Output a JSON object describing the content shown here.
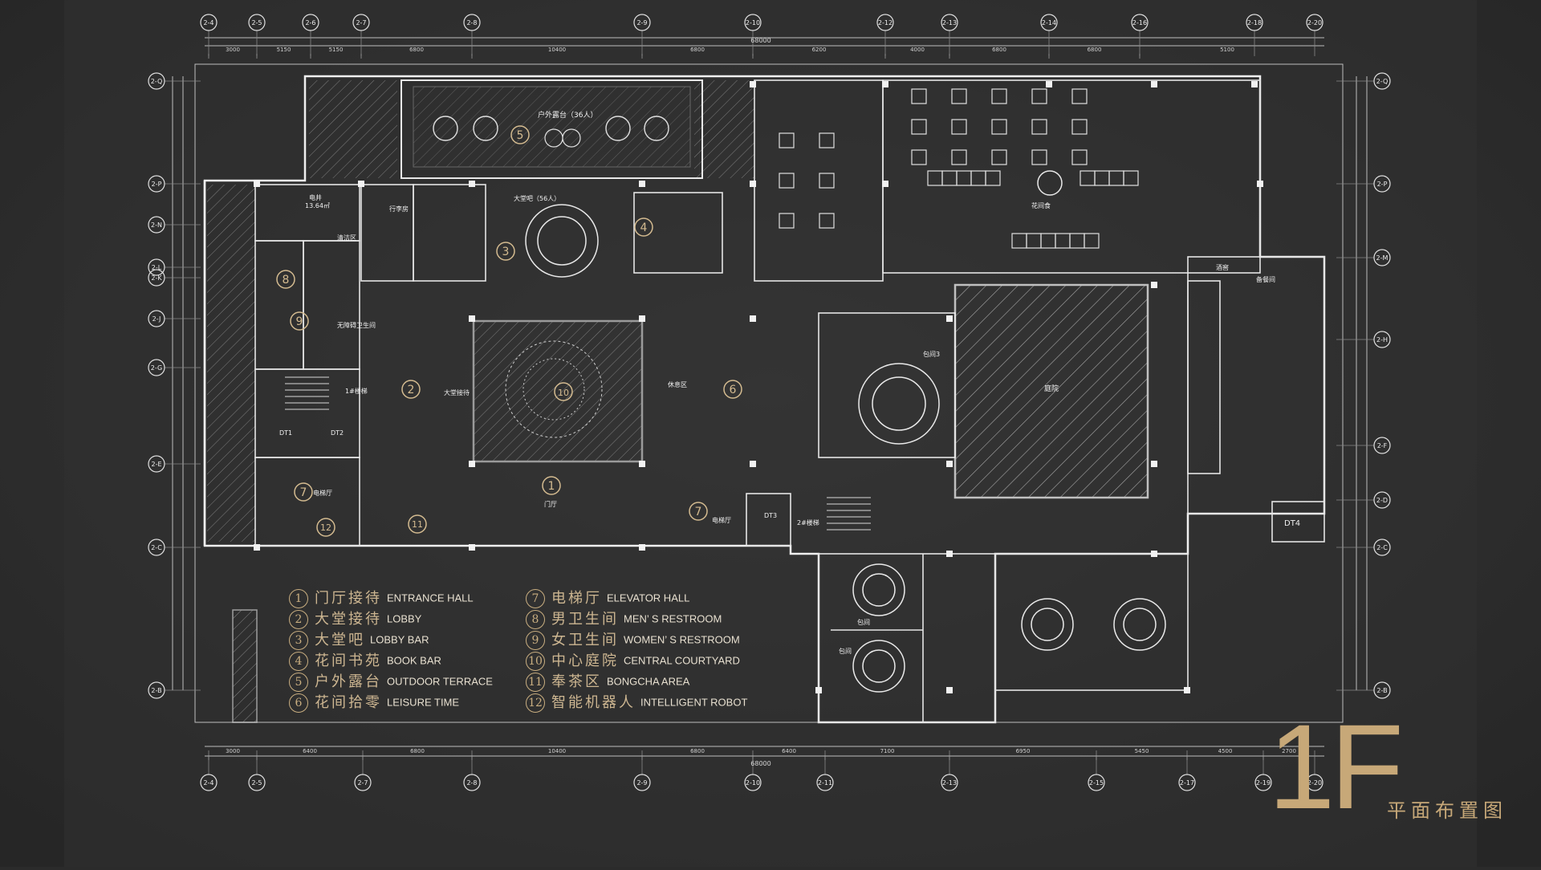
{
  "colors": {
    "background": "#2b2b2b",
    "line": "#e8e8e8",
    "accent": "#c9ae80"
  },
  "grid_top": [
    "2-4",
    "2-5",
    "2-6",
    "2-7",
    "2-8",
    "2-9",
    "2-10",
    "2-12",
    "2-13",
    "2-14",
    "2-16",
    "2-18",
    "2-20"
  ],
  "grid_bottom": [
    "2-4",
    "2-5",
    "2-7",
    "2-8",
    "2-9",
    "2-10",
    "2-11",
    "2-13",
    "2-15",
    "2-17",
    "2-19",
    "2-20"
  ],
  "grid_left": [
    "2-Q",
    "2-P",
    "2-N",
    "2-L",
    "2-K",
    "2-J",
    "2-G",
    "2-E",
    "2-C",
    "2-B"
  ],
  "grid_right": [
    "2-Q",
    "2-P",
    "2-M",
    "2-H",
    "2-F",
    "2-D",
    "2-C",
    "2-B"
  ],
  "dims_top": [
    "3000",
    "5150",
    "5150",
    "6800",
    "10400",
    "6800",
    "6200",
    "4000",
    "6800",
    "6800",
    "5100"
  ],
  "overall_dim": "68000",
  "dims_bottom": [
    "3000",
    "6400",
    "6800",
    "10400",
    "6800",
    "6400",
    "7100",
    "6950",
    "5450",
    "4500",
    "2700"
  ],
  "rooms": {
    "terrace": "户外露台（36人）",
    "bar": "大堂吧（56人）",
    "lobby_reception": "大堂接待",
    "rest_area": "休息区",
    "door_hall": "门厅",
    "elevator_hall": "电梯厅",
    "elevator_hall_2": "电梯厅",
    "garden_dining": "花间食",
    "private_room_3": "包间3",
    "courtyard": "庭院",
    "private_room": "包间",
    "private_room_2": "包间",
    "stairs": "2#楼梯",
    "stairs_1": "1#楼梯",
    "electric_well": "电井",
    "electric_area": "13.64㎡",
    "luggage": "行李房",
    "cleaning": "清洁区",
    "accessible": "无障碍卫生间",
    "dt1": "DT1",
    "dt2": "DT2",
    "dt3": "DT3",
    "dt4": "DT4",
    "kitchen": "备餐间",
    "wine_cellar": "酒窖"
  },
  "markers": {
    "m1": "1",
    "m2": "2",
    "m3": "3",
    "m4": "4",
    "m5": "5",
    "m6": "6",
    "m7a": "7",
    "m7b": "7",
    "m8": "8",
    "m9": "9",
    "m10": "10",
    "m11": "11",
    "m12": "12"
  },
  "legend": [
    {
      "num": "1",
      "cn": "门厅接待",
      "en": "ENTRANCE HALL"
    },
    {
      "num": "2",
      "cn": "大堂接待",
      "en": "LOBBY"
    },
    {
      "num": "3",
      "cn": "大堂吧",
      "en": "LOBBY BAR"
    },
    {
      "num": "4",
      "cn": "花间书苑",
      "en": "BOOK BAR"
    },
    {
      "num": "5",
      "cn": "户外露台",
      "en": "OUTDOOR TERRACE"
    },
    {
      "num": "6",
      "cn": "花间拾零",
      "en": "LEISURE TIME"
    },
    {
      "num": "7",
      "cn": "电梯厅",
      "en": "ELEVATOR HALL"
    },
    {
      "num": "8",
      "cn": "男卫生间",
      "en": "MEN’ S RESTROOM"
    },
    {
      "num": "9",
      "cn": "女卫生间",
      "en": "WOMEN’ S RESTROOM"
    },
    {
      "num": "10",
      "cn": "中心庭院",
      "en": "CENTRAL COURTYARD"
    },
    {
      "num": "11",
      "cn": "奉茶区",
      "en": "BONGCHA AREA"
    },
    {
      "num": "12",
      "cn": "智能机器人",
      "en": "INTELLIGENT ROBOT"
    }
  ],
  "title": {
    "floor": "1F",
    "subtitle": "平面布置图"
  }
}
